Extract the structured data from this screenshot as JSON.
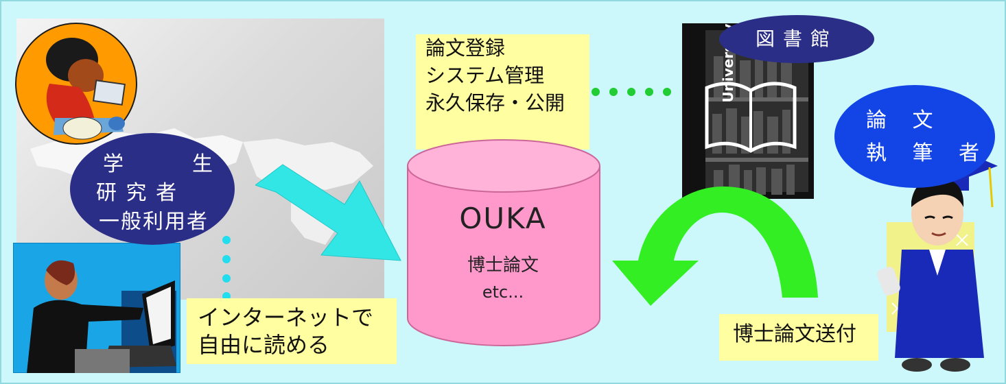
{
  "colors": {
    "background": "#cdf8fb",
    "note": "#fffea0",
    "users_ellipse": "#2b2e86",
    "author_ellipse": "#1244e6",
    "database": "#ff99cc",
    "arrow_in": "#33e6e6",
    "arrow_return": "#33ee22",
    "dots": "#22cc33",
    "dots_cyan": "#22ddee"
  },
  "system_note": {
    "lines": [
      "論文登録",
      "システム管理",
      "永久保存・公開"
    ]
  },
  "users": {
    "line1_a": "学",
    "line1_b": "生",
    "line2": "研 究 者",
    "line3": "一般利用者"
  },
  "library": {
    "label": "図書館",
    "building_text": "University"
  },
  "author": {
    "line1": "論 文",
    "line2": "執 筆 者"
  },
  "database": {
    "title": "OUKA",
    "subtitle": "博士論文",
    "etc": "etc..."
  },
  "internet_note": {
    "lines": [
      "インターネットで",
      "自由に読める"
    ]
  },
  "send_note": {
    "label": "博士論文送付"
  }
}
